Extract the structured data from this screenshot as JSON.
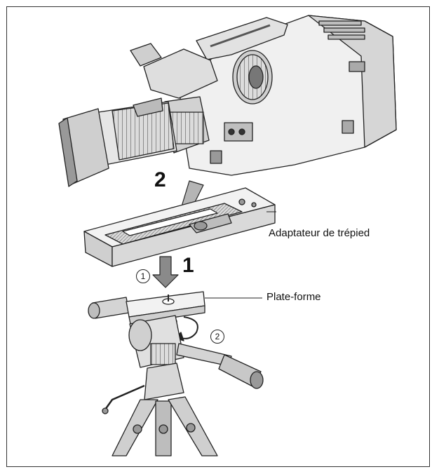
{
  "labels": {
    "adapter": "Adaptateur de trépied",
    "platform": "Plate-forme"
  },
  "steps": {
    "step_1": "1",
    "step_2": "2",
    "sub_1": "1",
    "sub_2": "2"
  },
  "colors": {
    "line": "#222222",
    "fill_light": "#f2f2f2",
    "fill_mid": "#cfcfcf",
    "fill_dark": "#8a8a8a",
    "arrow": "#b5b5b5"
  }
}
